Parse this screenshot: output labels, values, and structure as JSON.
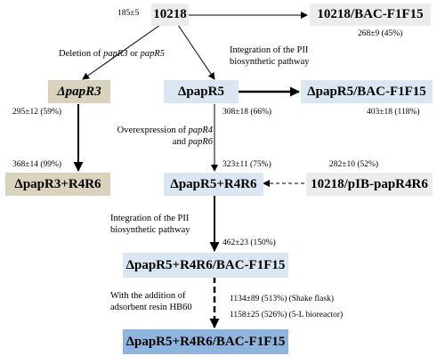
{
  "nodes": {
    "wt": "10218",
    "wt_bac": "10218/BAC-F1F15",
    "papr3": "ΔpapR3",
    "papr5": "ΔpapR5",
    "papr5_bac": "ΔpapR5/BAC-F1F15",
    "papr3_r4r6": "ΔpapR3+R4R6",
    "papr5_r4r6": "ΔpapR5+R4R6",
    "wt_pib": "10218/pIB-papR4R6",
    "papr5_r4r6_bac": "ΔpapR5+R4R6/BAC-F1F15",
    "papr5_r4r6_bac_resin": "ΔpapR5+R4R6/BAC-F1F15"
  },
  "values": {
    "wt": "185±5",
    "wt_bac": "268±9 (45%)",
    "papr3": "295±12 (59%)",
    "papr5": "308±18 (66%)",
    "papr5_bac": "403±18 (118%)",
    "papr3_r4r6": "368±14 (99%)",
    "papr5_r4r6": "323±11 (75%)",
    "wt_pib": "282±10 (52%)",
    "papr5_r4r6_bac": "462±23 (150%)",
    "resin_shake": "1134±89 (513%) (Shake flask)",
    "resin_bioreactor": "1158±25 (526%) (5-L bioreactor)"
  },
  "labels": {
    "deletion_a": "Deletion of ",
    "deletion_gene1": "papR3",
    "deletion_or": " or ",
    "deletion_gene2": "papR5",
    "integration1_line1": "Integration of the PII",
    "integration1_line2": "biosynthetic pathway",
    "overexpression_line1": "Overexpression of ",
    "overexpression_gene1": "papR4",
    "overexpression_and": " and ",
    "overexpression_gene2": "papR6",
    "integration2_line1": "Integration of the PII",
    "integration2_line2": "biosynthetic pathway",
    "resin_line1": "With the addition of",
    "resin_line2": "adsorbent resin HB60"
  },
  "colors": {
    "wild_type": "#ececec",
    "papr3_strain": "#d9d2bd",
    "papr5_strain": "#dae7f3",
    "final_strain": "#8fb4de"
  }
}
